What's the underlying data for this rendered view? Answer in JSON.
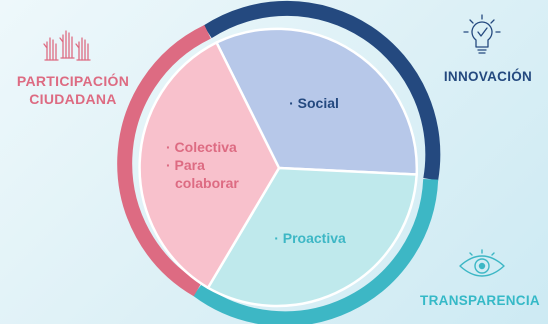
{
  "segments": [
    {
      "key": "social",
      "text": "· Social",
      "color": "#24497f"
    },
    {
      "key": "proactiva",
      "text": "· Proactiva",
      "color": "#3db7c5"
    },
    {
      "key": "colectiva",
      "lines": [
        "· Colectiva",
        "· Para",
        "colaborar"
      ],
      "color": "#dd6b82"
    }
  ],
  "labels": {
    "participacion_line1": "PARTICIPACIÓN",
    "participacion_line2": "CIUDADANA",
    "innovacion": "INNOVACIÓN",
    "transparencia": "TRANSPARENCIA"
  },
  "colors": {
    "social_fill": "#b7c8e9",
    "proactiva_fill": "#bfe9ec",
    "colectiva_fill": "#f8c1cc",
    "innovacion": "#24497f",
    "transparencia": "#3db7c5",
    "participacion": "#dd6b82"
  },
  "icons": [
    "raised-hands-icon",
    "lightbulb-icon",
    "eye-icon"
  ]
}
